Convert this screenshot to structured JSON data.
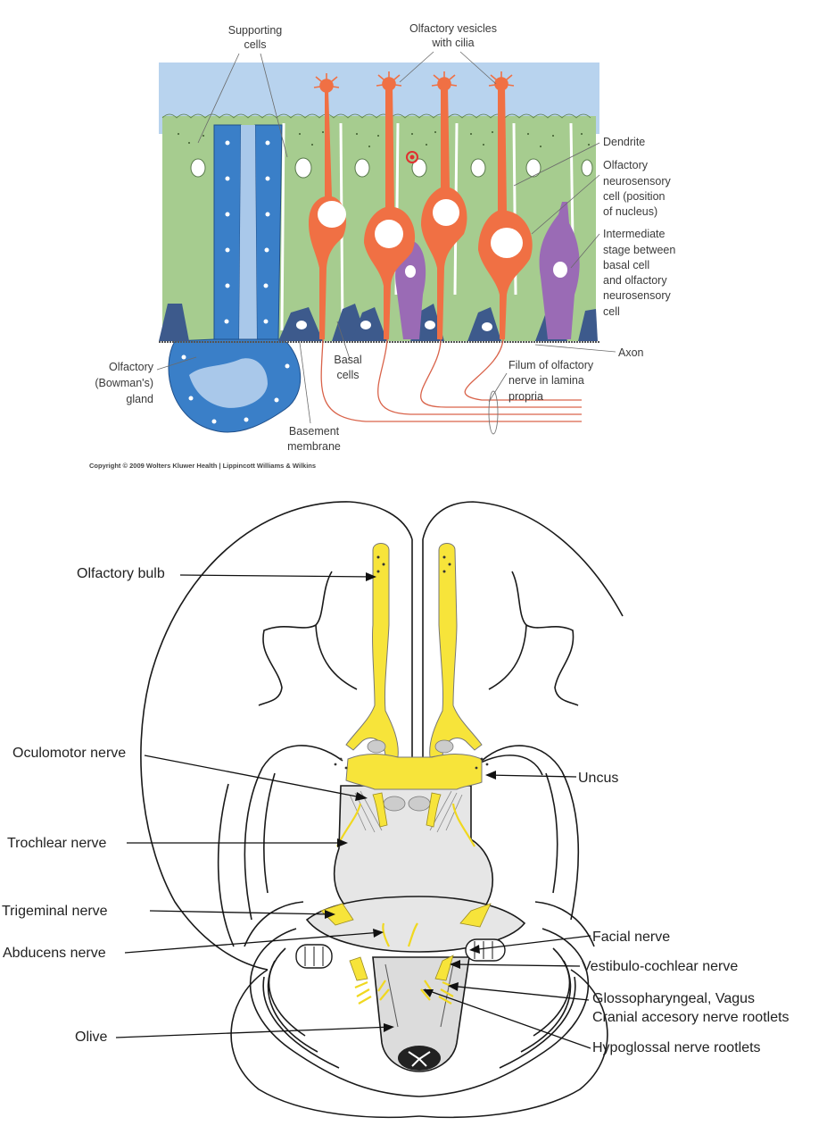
{
  "epithelium": {
    "labels": {
      "supporting_cells": [
        "Supporting",
        "cells"
      ],
      "olfactory_vesicles": [
        "Olfactory vesicles",
        "with cilia"
      ],
      "dendrite": [
        "Dendrite"
      ],
      "neurosensory_cell": [
        "Olfactory",
        "neurosensory",
        "cell (position",
        "of nucleus)"
      ],
      "intermediate_stage": [
        "Intermediate",
        "stage between",
        "basal cell",
        "and olfactory",
        "neurosensory",
        "cell"
      ],
      "axon": [
        "Axon"
      ],
      "filum": [
        "Filum of olfactory",
        "nerve in lamina",
        "propria"
      ],
      "basal_cells": [
        "Basal",
        "cells"
      ],
      "basement_membrane": [
        "Basement",
        "membrane"
      ],
      "bowmans_gland": [
        "Olfactory",
        "(Bowman's)",
        "gland"
      ]
    },
    "copyright": "Copyright © 2009 Wolters Kluwer Health | Lippincott Williams & Wilkins",
    "colors": {
      "mucus": "#b8d3ee",
      "supporting": "#a6cc8f",
      "neuron": "#f07044",
      "intermediate": "#9a6bb5",
      "basal": "#3d5a8c",
      "gland": "#3a7fc8",
      "gland_lumen": "#a9c8ea"
    }
  },
  "brain": {
    "labels": {
      "olfactory_bulb": "Olfactory bulb",
      "oculomotor": "Oculomotor nerve",
      "trochlear": "Trochlear nerve",
      "trigeminal": "Trigeminal nerve",
      "abducens": "Abducens nerve",
      "olive": "Olive",
      "uncus": "Uncus",
      "facial": "Facial nerve",
      "vestibulo": "Vestibulo-cochlear nerve",
      "glosso_line1": "Glossopharyngeal, Vagus",
      "glosso_line2": "Cranial accesory nerve rootlets",
      "hypoglossal": "Hypoglossal nerve rootlets"
    },
    "colors": {
      "nerve": "#f7e43a",
      "brainstem": "#e6e6e6"
    }
  }
}
